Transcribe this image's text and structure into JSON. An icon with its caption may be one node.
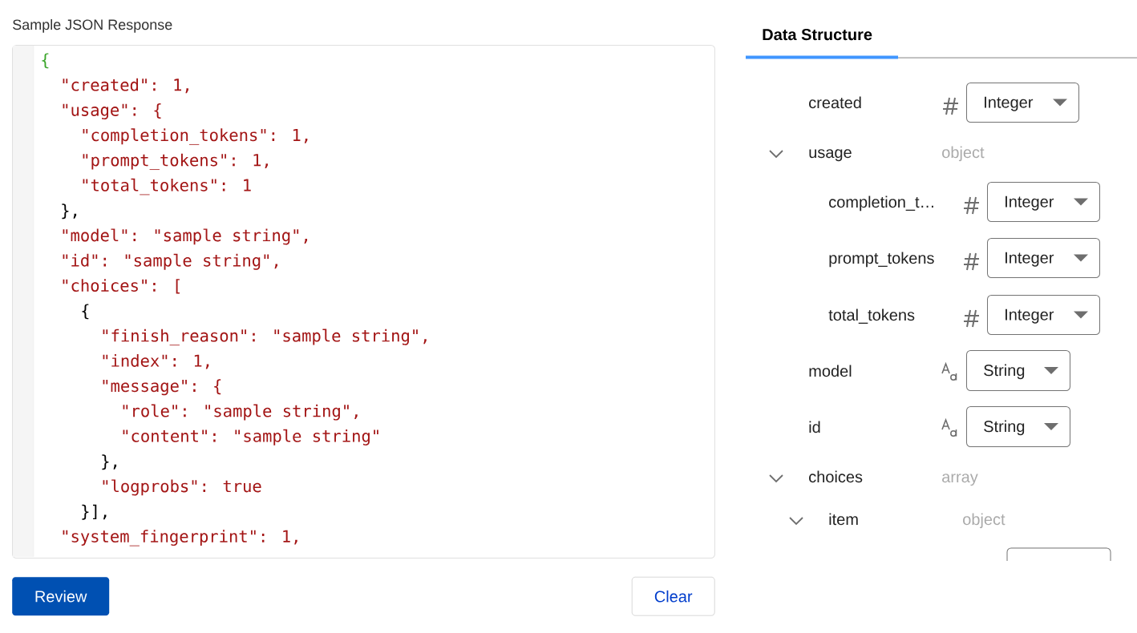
{
  "diagram": {
    "nodes": [
      {
        "text": [
          "Sample JSON Response",
          "{",
          "\"created\": 1,",
          "\"usage\": {",
          "\"completion_tokens\": 1,",
          "\"prompt_tokens\": 1,",
          "\"total_tokens\": 1",
          "},",
          "\"model\": \"sample string\",",
          "\"id\": \"sample string\",",
          "\"choices\": [",
          "{",
          "\"finish_reason\": \"sample string\",",
          "\"index\": 1,",
          "\"message\": {",
          "\"role\": \"sample string\",",
          "\"content\": \"sample string\"",
          "},",
          "\"logprobs\": true",
          "}],",
          "\"system_fingerprint\": 1,"
        ]
      },
      {
        "text": [
          "Review"
        ]
      },
      {
        "text": [
          "Clear"
        ]
      },
      {
        "text": [
          "Integer"
        ]
      },
      {
        "text": [
          "Integer"
        ]
      },
      {
        "text": [
          "Integer"
        ]
      },
      {
        "text": [
          "Integer"
        ]
      },
      {
        "text": [
          "String"
        ]
      },
      {
        "text": [
          "String"
        ]
      },
      {
        "text": [],
        "shape": "box"
      }
    ],
    "labels": [
      "Data Structure",
      "created",
      "usage",
      "object",
      "completion_t…",
      "prompt_tokens",
      "total_tokens",
      "model",
      "id",
      "choices",
      "array",
      "item",
      "object"
    ]
  }
}
